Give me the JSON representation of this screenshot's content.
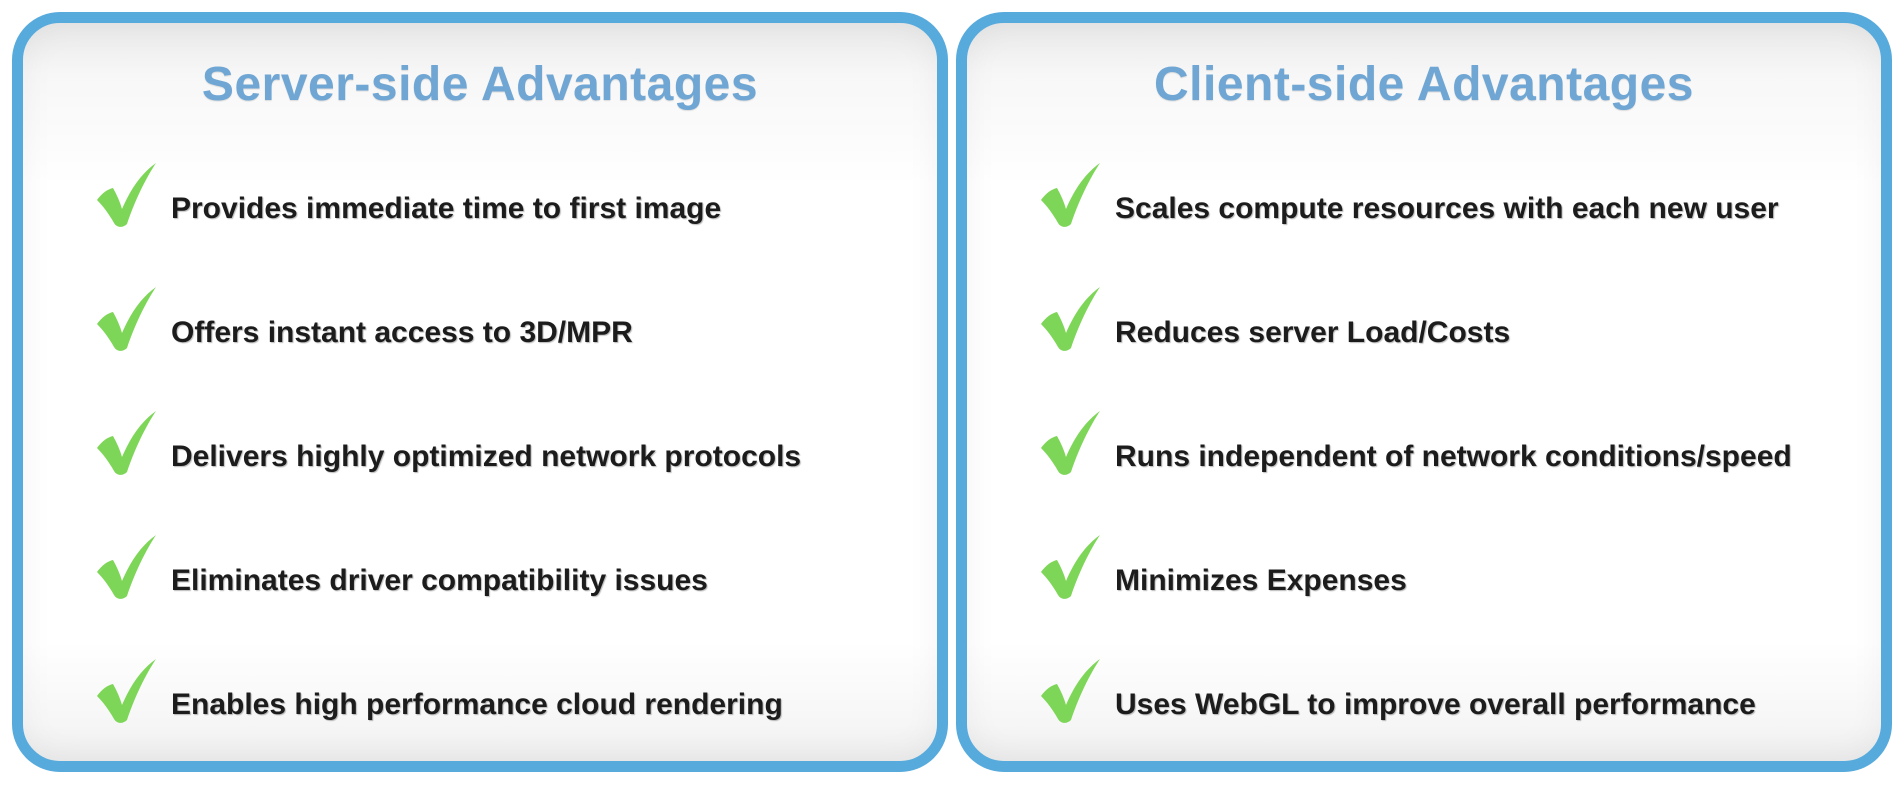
{
  "colors": {
    "frame_blue": "#57AADC",
    "title_blue": "#6FA6D4",
    "check_green": "#7DD657",
    "text_dark": "#1C1C1C"
  },
  "panels": [
    {
      "title": "Server-side Advantages",
      "items": [
        "Provides immediate time to first image",
        "Offers instant access to 3D/MPR",
        "Delivers highly optimized network protocols",
        "Eliminates driver compatibility issues",
        "Enables high performance cloud rendering"
      ]
    },
    {
      "title": "Client-side Advantages",
      "items": [
        "Scales compute resources with each new user",
        "Reduces server Load/Costs",
        "Runs independent of network conditions/speed",
        "Minimizes Expenses",
        "Uses WebGL to improve overall performance"
      ]
    }
  ]
}
